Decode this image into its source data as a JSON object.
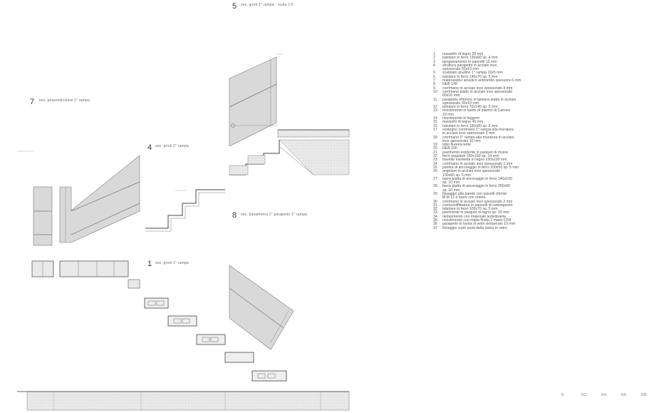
{
  "details": [
    {
      "num": "5",
      "caption": "sez. giroli 2° rampa - scala 1:5"
    },
    {
      "num": "7",
      "caption": "sez. perpendicolare 1° rampa"
    },
    {
      "num": "4",
      "caption": "sez. giroli 2° rampa"
    },
    {
      "num": "8",
      "caption": "sez. basamento 1° parapetto 1° rampa"
    },
    {
      "num": "1",
      "caption": "sez. giroli 1° rampa"
    }
  ],
  "legend": [
    {
      "n": "1",
      "t": "massello di legno 20 mm"
    },
    {
      "n": "2",
      "t": "tubolare in ferro 130x60 sp. 4 mm"
    },
    {
      "n": "3",
      "t": "tamponamento in pannelli 15 mm"
    },
    {
      "n": "4",
      "t": "struttura parapetto in acciaio inox"
    },
    {
      "n": "",
      "t": "spessorato 60x10 mm"
    },
    {
      "n": "5",
      "t": "scatolato gradino 1° rampa 10x5 mm"
    },
    {
      "n": "6",
      "t": "tubolare in ferro 140x70 sp. 5 mm"
    },
    {
      "n": "7",
      "t": "materassino acustico antirombo spessore 6 mm"
    },
    {
      "n": "8",
      "t": "HEB 140"
    },
    {
      "n": "9",
      "t": "corrimano in acciaio inox spessorato 4 mm"
    },
    {
      "n": "10",
      "t": "corrimano piatto in acciaio inox spessorato"
    },
    {
      "n": "",
      "t": "60x10 mm"
    },
    {
      "n": "11",
      "t": "parapetto inferiore in lamiera piatta in acciaio"
    },
    {
      "n": "",
      "t": "spessorato 30x10 mm"
    },
    {
      "n": "12",
      "t": "tubolare in ferro 70x140 sp. 5 mm"
    },
    {
      "n": "13",
      "t": "rivestimento in lastre di marmo di Carrara"
    },
    {
      "n": "",
      "t": "20 mm"
    },
    {
      "n": "14",
      "t": "rivestimento in leggero"
    },
    {
      "n": "15",
      "t": "massello di legno 45 mm"
    },
    {
      "n": "16",
      "t": "tubolare in ferro 160x80 sp. 6 mm"
    },
    {
      "n": "17",
      "t": "sostegno corrimano 1° rampa alla muratura"
    },
    {
      "n": "",
      "t": "in acciaio inox spessorato 5 mm"
    },
    {
      "n": "18",
      "t": "corrimano 1° rampa alla muratura in acciaio"
    },
    {
      "n": "",
      "t": "inox spessorato 10 mm"
    },
    {
      "n": "19",
      "t": "tubo fluorescente"
    },
    {
      "n": "20",
      "t": "HEB 100"
    },
    {
      "n": "21",
      "t": "pavimento esistente in parquet di rovere"
    },
    {
      "n": "22",
      "t": "ferro angolare 150x150 sp. 14 mm"
    },
    {
      "n": "23",
      "t": "travetto esistente in legno 150x200 mm"
    },
    {
      "n": "24",
      "t": "corrimano in acciaio inox spessorato 1 mm"
    },
    {
      "n": "25",
      "t": "piastra di ancoraggio in ferro 100x50 sp. 5 mm"
    },
    {
      "n": "26",
      "t": "angolare in acciaio inox spessorato"
    },
    {
      "n": "",
      "t": "100x60 sp. 5 mm"
    },
    {
      "n": "27",
      "t": "barra piatta di ancoraggio in ferro 140x100"
    },
    {
      "n": "",
      "t": "sp. 10 mm"
    },
    {
      "n": "28",
      "t": "barra piatta di ancoraggio in ferro 260x60"
    },
    {
      "n": "",
      "t": "sp. 10 mm"
    },
    {
      "n": "29",
      "t": "fissaggio alla parete con tasselli chimici"
    },
    {
      "n": "",
      "t": "Ø M 12 e barre con resina"
    },
    {
      "n": "30",
      "t": "corrimano in acciaio inox spessorato 2 mm"
    },
    {
      "n": "31",
      "t": "controsoffittatura in pannelli di cartongesso"
    },
    {
      "n": "32",
      "t": "tubolare in ferro 100x70 sp. 5 mm"
    },
    {
      "n": "33",
      "t": "pavimento in parquet di legno sp. 20 mm"
    },
    {
      "n": "34",
      "t": "riempimento con materiale antivibrante"
    },
    {
      "n": "35",
      "t": "rivestimento con malta fluida 1 mano CFR"
    },
    {
      "n": "36",
      "t": "parapetto in lastra di vetro temperato 10 mm"
    },
    {
      "n": "37",
      "t": "fissaggio a piè punti della lastra in vetro"
    }
  ],
  "scale": {
    "labels": [
      "0",
      "0.2",
      "0.4",
      "0.6",
      "0.8"
    ]
  },
  "colors": {
    "wall": "#d9d9d9",
    "wall_edge": "#7a7a7a",
    "section": "#555555",
    "hatch": "#cfcfcf"
  }
}
